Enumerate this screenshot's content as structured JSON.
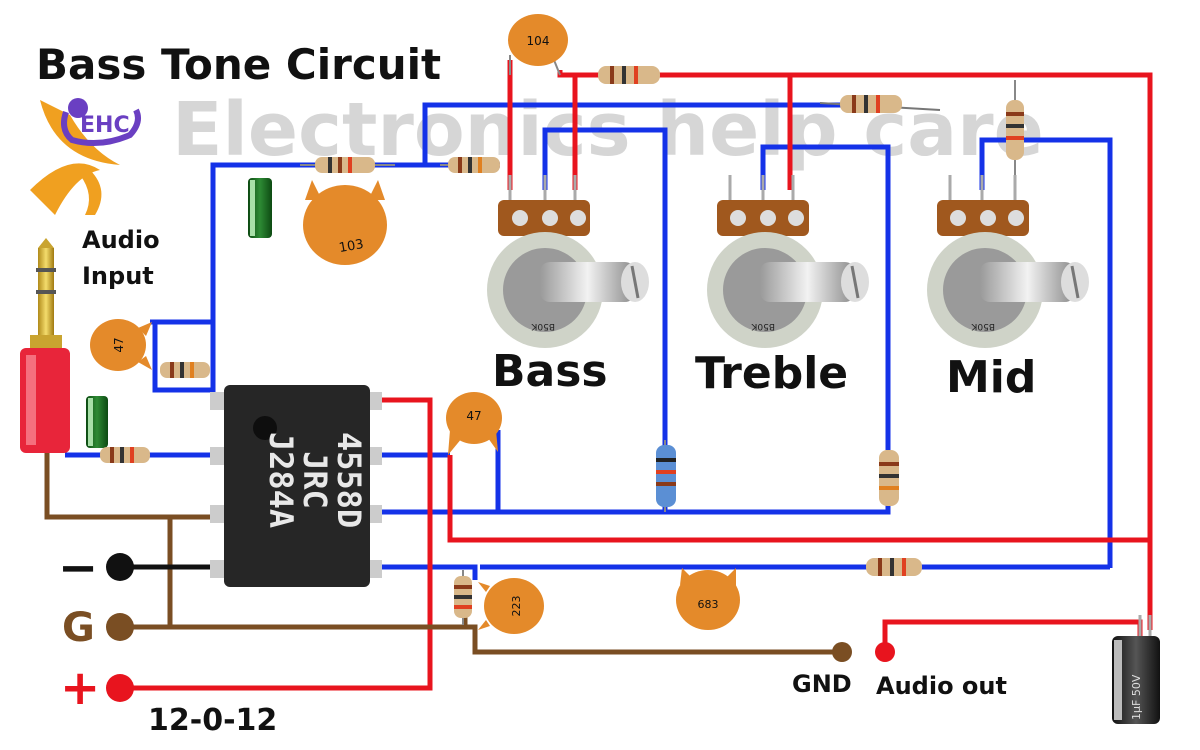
{
  "title": "Bass Tone Circuit",
  "watermark": "Electronics help care",
  "logo_text": "EHC",
  "labels": {
    "audio_input_line1": "Audio",
    "audio_input_line2": "Input",
    "bass": "Bass",
    "treble": "Treble",
    "mid": "Mid",
    "minus": "−",
    "ground": "G",
    "plus": "+",
    "supply": "12-0-12",
    "gnd_out": "GND",
    "audio_out": "Audio out"
  },
  "chip": {
    "line1": "4558D",
    "line2": "JRC",
    "line3": "J284A"
  },
  "pot_marking": "B50K",
  "capacitors": {
    "c104": "104",
    "c103": "103",
    "c47_left": "47",
    "c47_right": "47",
    "c223": "223",
    "c683": "683"
  },
  "electrolytic_out": "1µF 50V",
  "colors": {
    "wire_blue": "#1432e8",
    "wire_red": "#e8141e",
    "wire_brown": "#7a4e23",
    "ceramic": "#e48a2a",
    "chip": "#262626",
    "pot_body": "#a0581e",
    "watermark": "#d6d6d6",
    "logo_orange": "#f0a020",
    "logo_purple": "#6a3fc2"
  }
}
